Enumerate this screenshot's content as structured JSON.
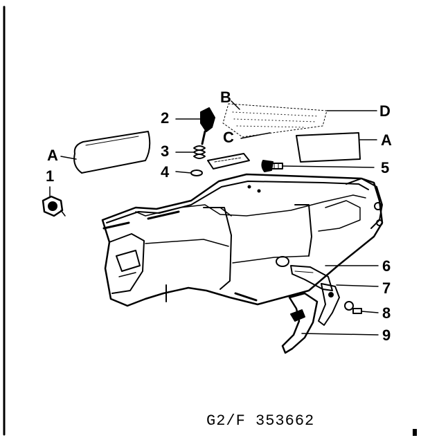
{
  "callouts": {
    "label_a_left": "A",
    "label_1": "1",
    "label_2": "2",
    "label_3": "3",
    "label_4": "4",
    "label_b": "B",
    "label_c": "C",
    "label_d": "D",
    "label_a_right": "A",
    "label_5": "5",
    "label_6": "6",
    "label_7": "7",
    "label_8": "8",
    "label_9": "9"
  },
  "caption": "G2/F  353662"
}
